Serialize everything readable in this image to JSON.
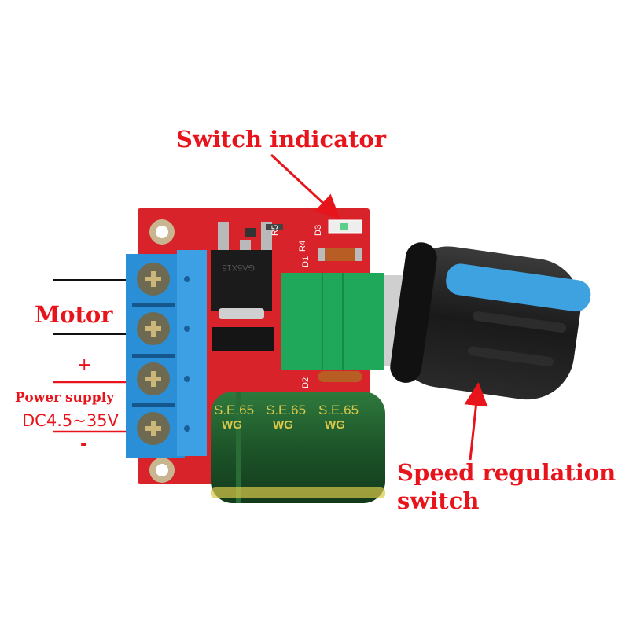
{
  "annotations": {
    "switch_indicator": "Switch indicator",
    "motor": "Motor",
    "plus": "+",
    "power_supply": "Power supply",
    "voltage": "DC4.5~35V",
    "minus": "-",
    "speed_regulation_line1": "Speed regulation",
    "speed_regulation_line2": "switch"
  },
  "board_markings": {
    "mosfet": "GA6X15",
    "r5": "R5",
    "r4": "R4",
    "d1": "D1",
    "d2": "D2",
    "d3": "D3",
    "cap_brand": "S.E.65",
    "cap_series": "WG"
  },
  "colors": {
    "annotation": "#e8141b",
    "pcb": "#d8232a",
    "terminal": "#2a8fd6",
    "potentiometer": "#1fa85a",
    "capacitor": "#1f5a2c",
    "knob": "#1c1c1c",
    "knob_stripe": "#3fa2e0"
  }
}
